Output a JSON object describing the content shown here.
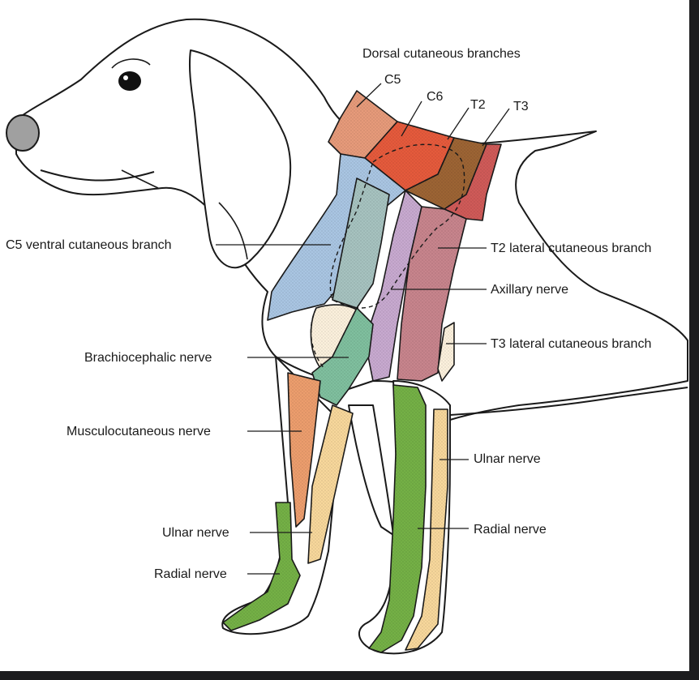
{
  "colors": {
    "outline": "#1a1a1a",
    "c5_dorsal": "#e69a7a",
    "c6_dorsal": "#e55a3c",
    "t2_dorsal": "#9c6434",
    "t3_dorsal": "#cf5a58",
    "c5_ventral": "#a9c5e2",
    "brachiocephalic_upper": "#a6c2bf",
    "axillary": "#c7a9cf",
    "t2_lateral": "#c7848c",
    "brachiocephalic": "#7fbf9e",
    "musculocutaneous": "#ec9d6d",
    "ulnar": "#f7d79b",
    "radial": "#74b046",
    "pale_region": "#fbf0dc",
    "nose": "#a0a0a0"
  },
  "labels": {
    "dorsal_cutaneous_branches": "Dorsal cutaneous branches",
    "c5": "C5",
    "c6": "C6",
    "t2": "T2",
    "t3": "T3",
    "c5_ventral": "C5 ventral cutaneous branch",
    "t2_lateral": "T2 lateral cutaneous branch",
    "axillary": "Axillary nerve",
    "t3_lateral": "T3 lateral cutaneous branch",
    "brachiocephalic": "Brachiocephalic nerve",
    "musculocutaneous": "Musculocutaneous nerve",
    "ulnar_right": "Ulnar nerve",
    "radial_right": "Radial nerve",
    "ulnar_left": "Ulnar nerve",
    "radial_left": "Radial nerve"
  }
}
